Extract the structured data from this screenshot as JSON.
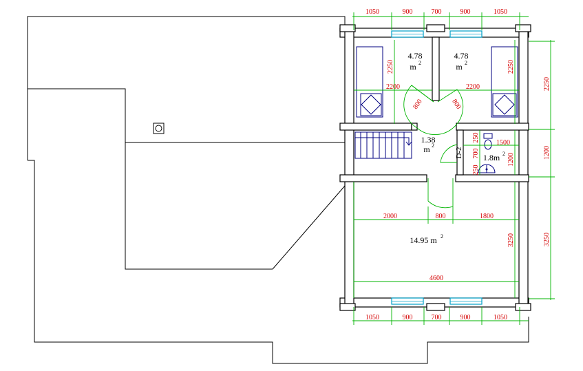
{
  "dimensions": {
    "top": [
      "1050",
      "900",
      "700",
      "900",
      "1050"
    ],
    "bottom": [
      "1050",
      "900",
      "700",
      "900",
      "1050"
    ],
    "right_outer": [
      "2250",
      "1200",
      "3250"
    ],
    "room_left_width": "2200",
    "room_left_height": "2250",
    "room_right_width": "2200",
    "room_right_height": "2250",
    "door_left": "800",
    "door_right": "800",
    "bath_top": "250",
    "bath_mid": "700",
    "bath_bottom": "250",
    "bath_width": "1500",
    "bath_height": "1200",
    "big_room_width_a": "2000",
    "big_room_width_b": "800",
    "big_room_width_c": "1800",
    "big_room_height": "3250",
    "big_room_total_width": "4600"
  },
  "rooms": {
    "bedroom_left": {
      "area": "4.78",
      "unit": "m",
      "exp": "2"
    },
    "bedroom_right": {
      "area": "4.78",
      "unit": "m",
      "exp": "2"
    },
    "hall": {
      "area": "1.38",
      "unit": "m",
      "exp": "2"
    },
    "bathroom": {
      "area": "1.8m",
      "exp": "2"
    },
    "big_room": {
      "area": "14.95 m",
      "exp": "2"
    }
  },
  "labels": {
    "door_tag": "D-2"
  },
  "colors": {
    "dimension_text": "#d40000",
    "dimension_lines": "#00b400",
    "windows": "#00a0c8",
    "furniture": "#000080",
    "walls": "#000000"
  },
  "icons": [
    "chimney-icon",
    "bed-icon",
    "toilet-icon",
    "sink-icon",
    "stair-icon"
  ]
}
